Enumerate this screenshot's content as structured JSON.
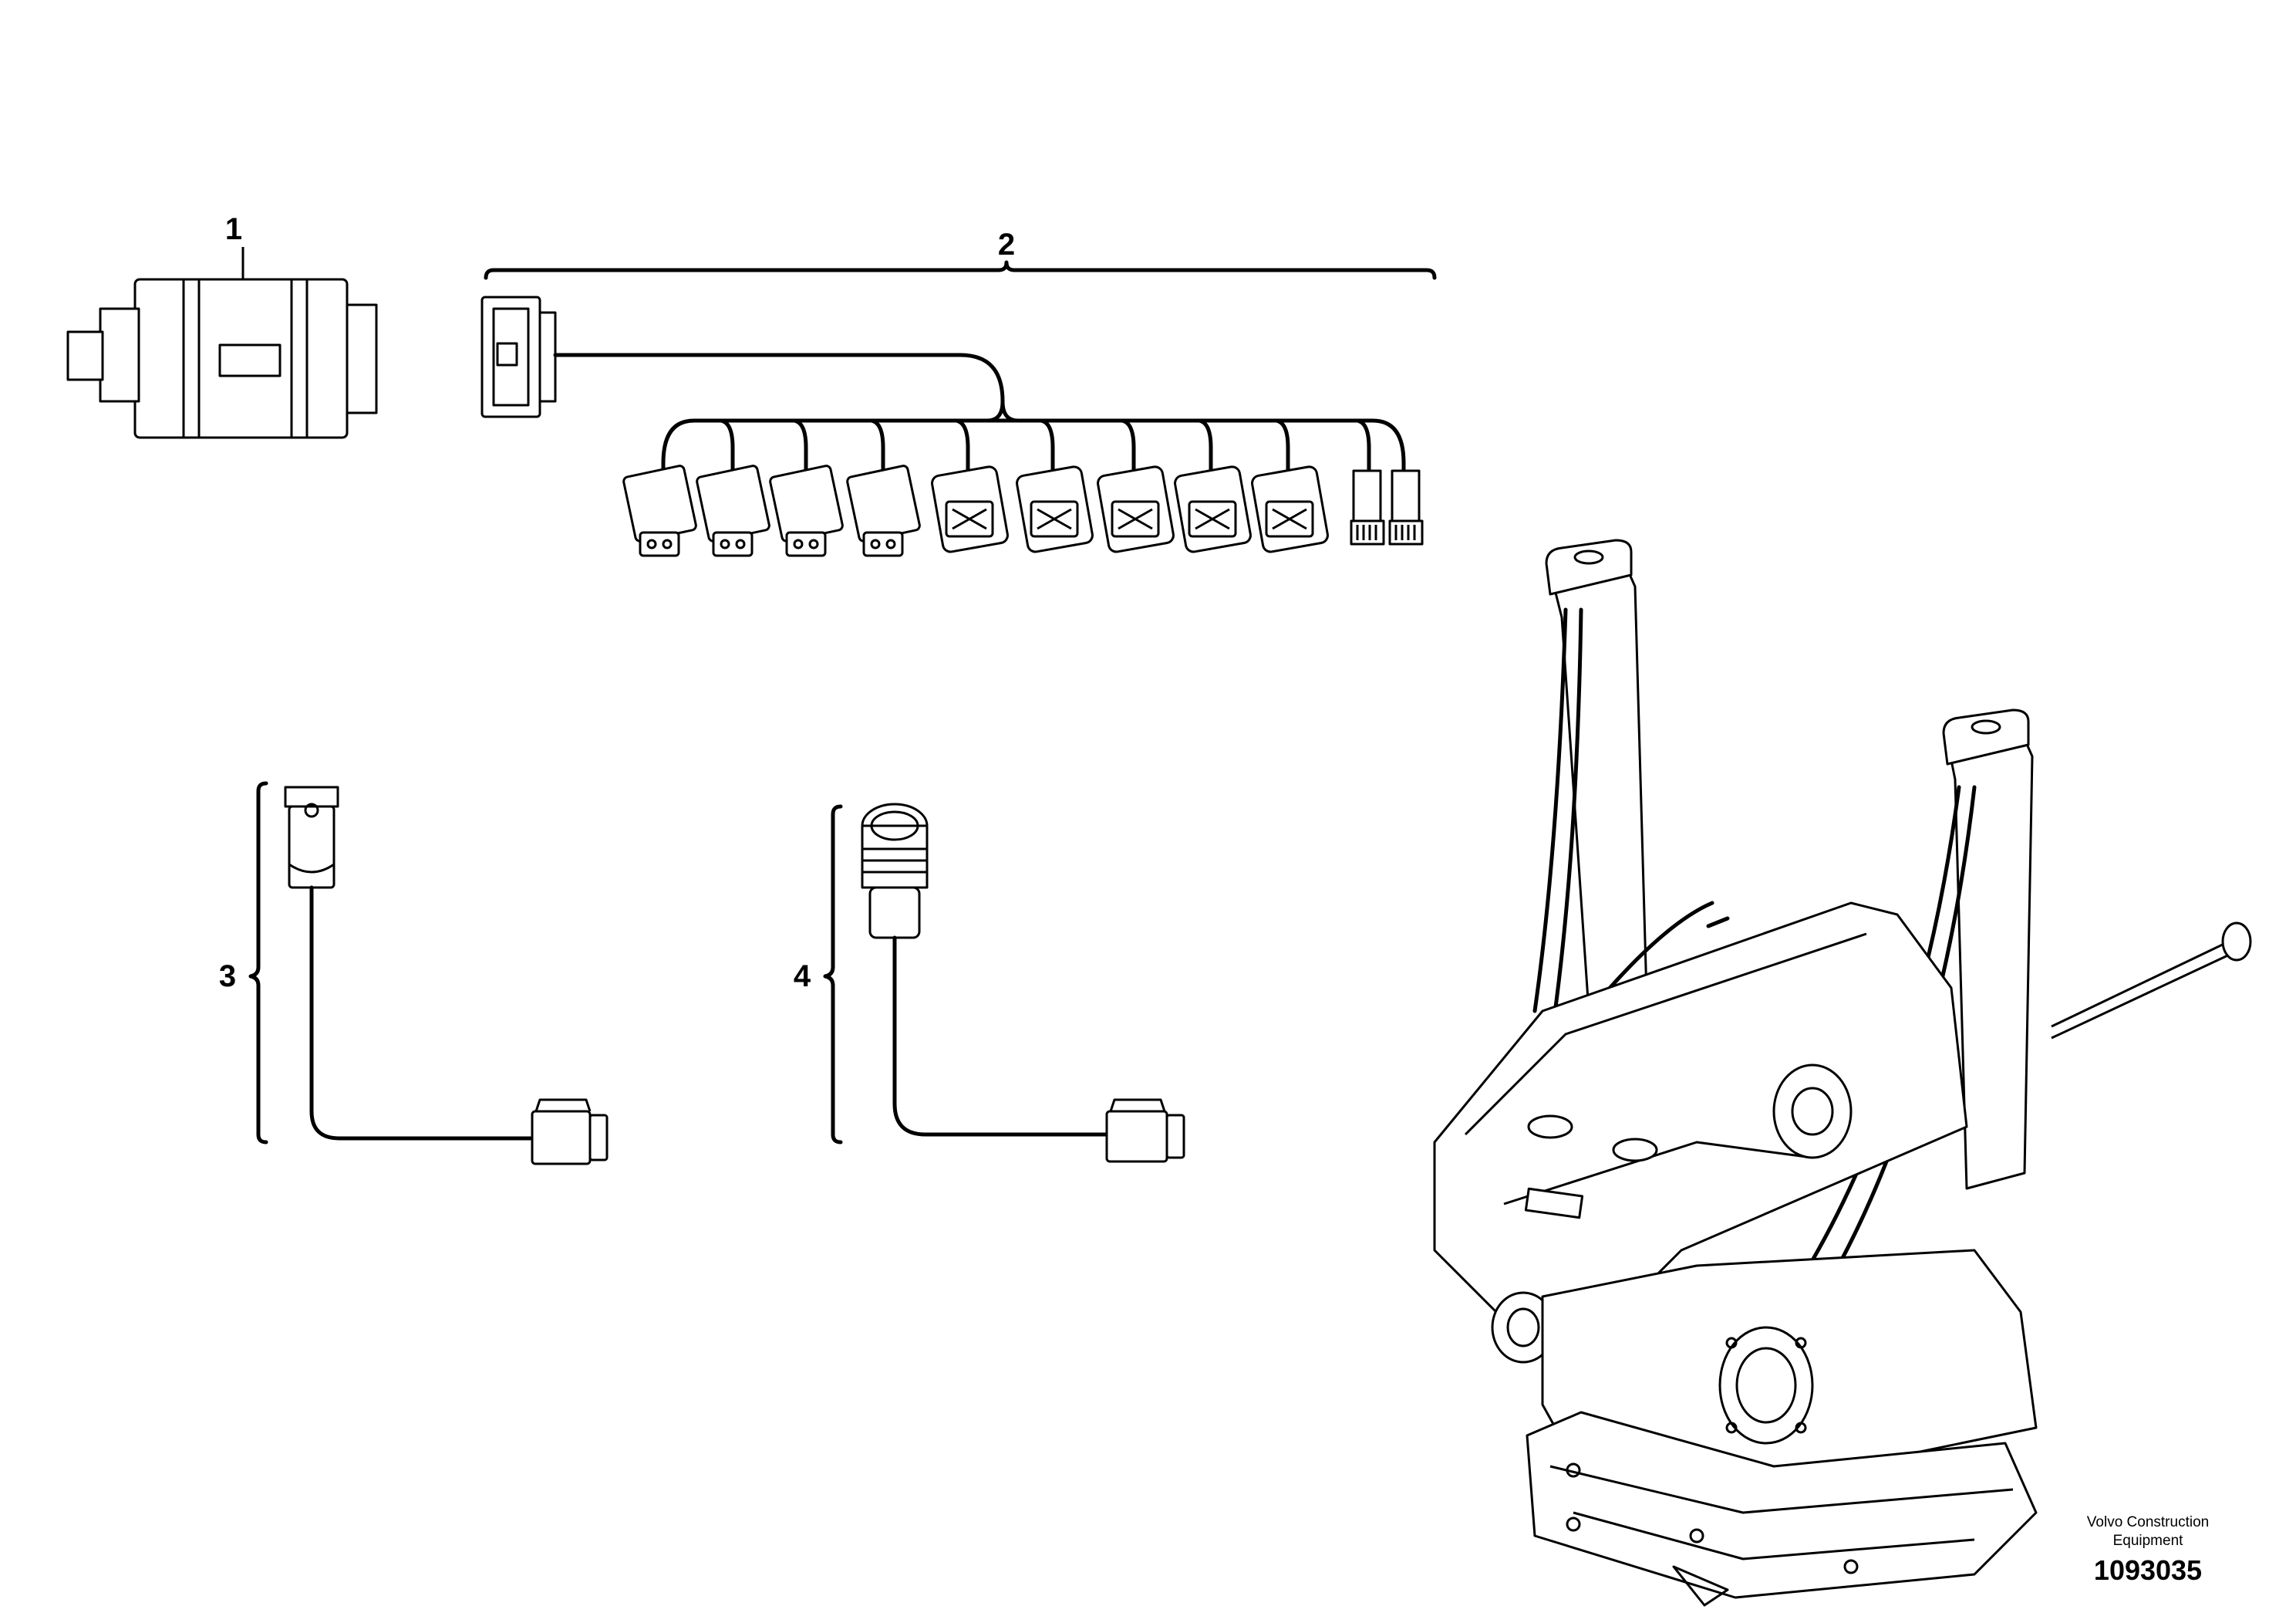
{
  "callouts": {
    "item_1": "1",
    "item_2": "2",
    "item_3": "3",
    "item_4": "4"
  },
  "footer": {
    "brand_line_1": "Volvo Construction",
    "brand_line_2": "Equipment",
    "drawing_number": "1093035"
  }
}
